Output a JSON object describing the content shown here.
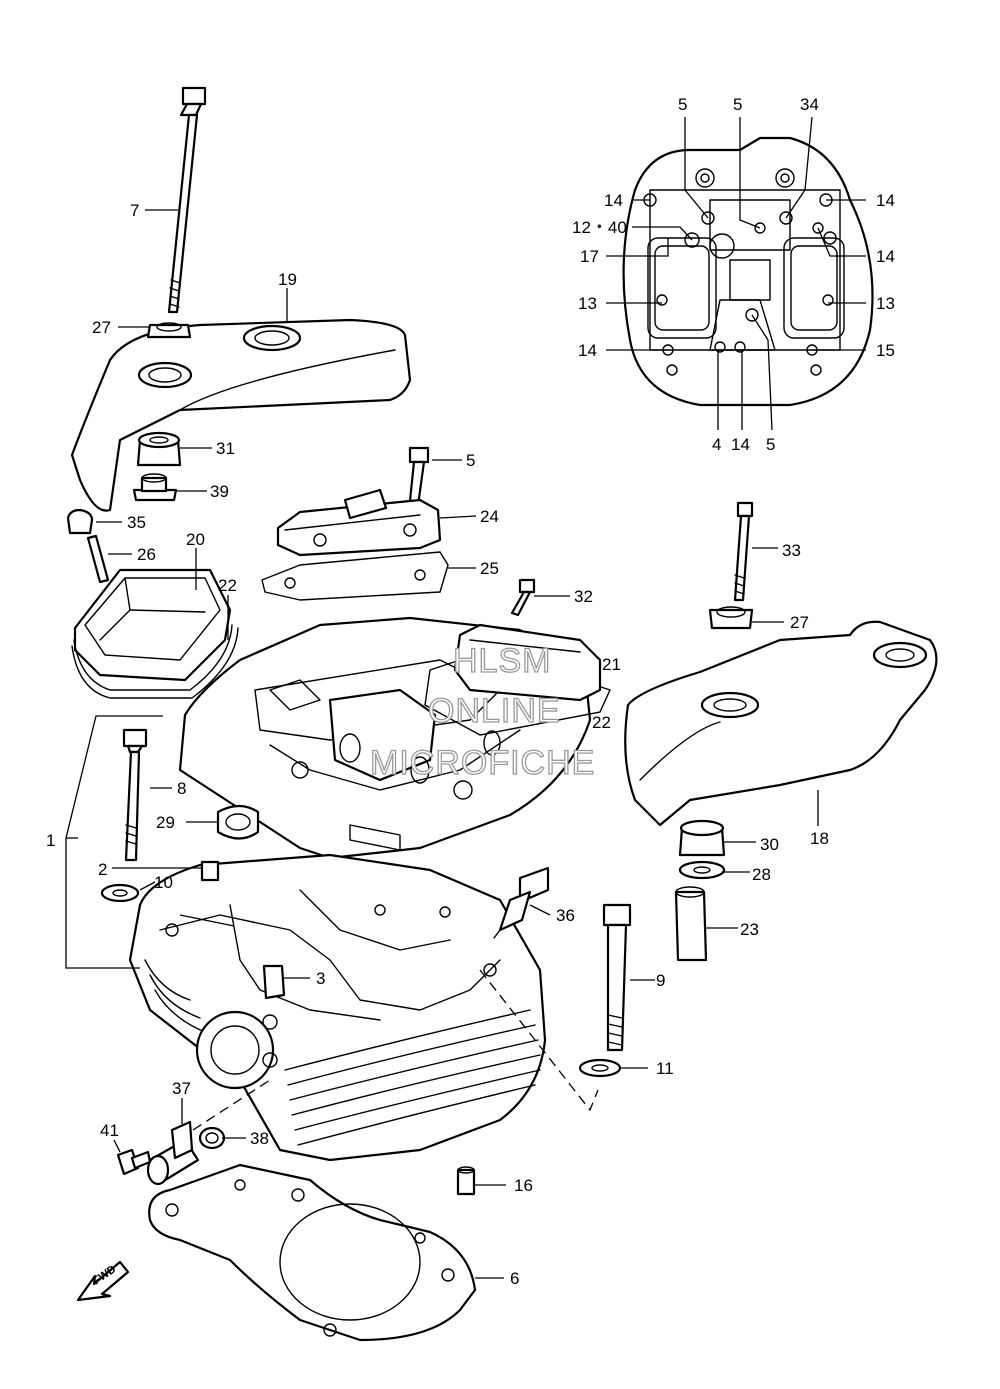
{
  "diagram": {
    "callouts": {
      "c7": "7",
      "c19": "19",
      "c27a": "27",
      "c31": "31",
      "c39": "39",
      "c35": "35",
      "c26": "26",
      "c20": "20",
      "c22a": "22",
      "c5a": "5",
      "c24": "24",
      "c25": "25",
      "c32": "32",
      "c21": "21",
      "c22b": "22",
      "c33": "33",
      "c27b": "27",
      "c18": "18",
      "c30": "30",
      "c28": "28",
      "c23": "23",
      "c1": "1",
      "c8": "8",
      "c29": "29",
      "c2": "2",
      "c10": "10",
      "c3": "3",
      "c36": "36",
      "c9": "9",
      "c11": "11",
      "c37": "37",
      "c41": "41",
      "c38": "38",
      "c16": "16",
      "c6": "6",
      "t5a": "5",
      "t5b": "5",
      "t34": "34",
      "t14a": "14",
      "t14b": "14",
      "t1240": "12・40",
      "t17": "17",
      "t14c": "14",
      "t13a": "13",
      "t13b": "13",
      "t14d": "14",
      "t15": "15",
      "t4": "4",
      "t14e": "14",
      "t5c": "5"
    },
    "watermark": {
      "line1": "HLSM",
      "line2": "ONLINE",
      "line3": "MICROFICHE"
    },
    "direction_badge": "FWD"
  }
}
